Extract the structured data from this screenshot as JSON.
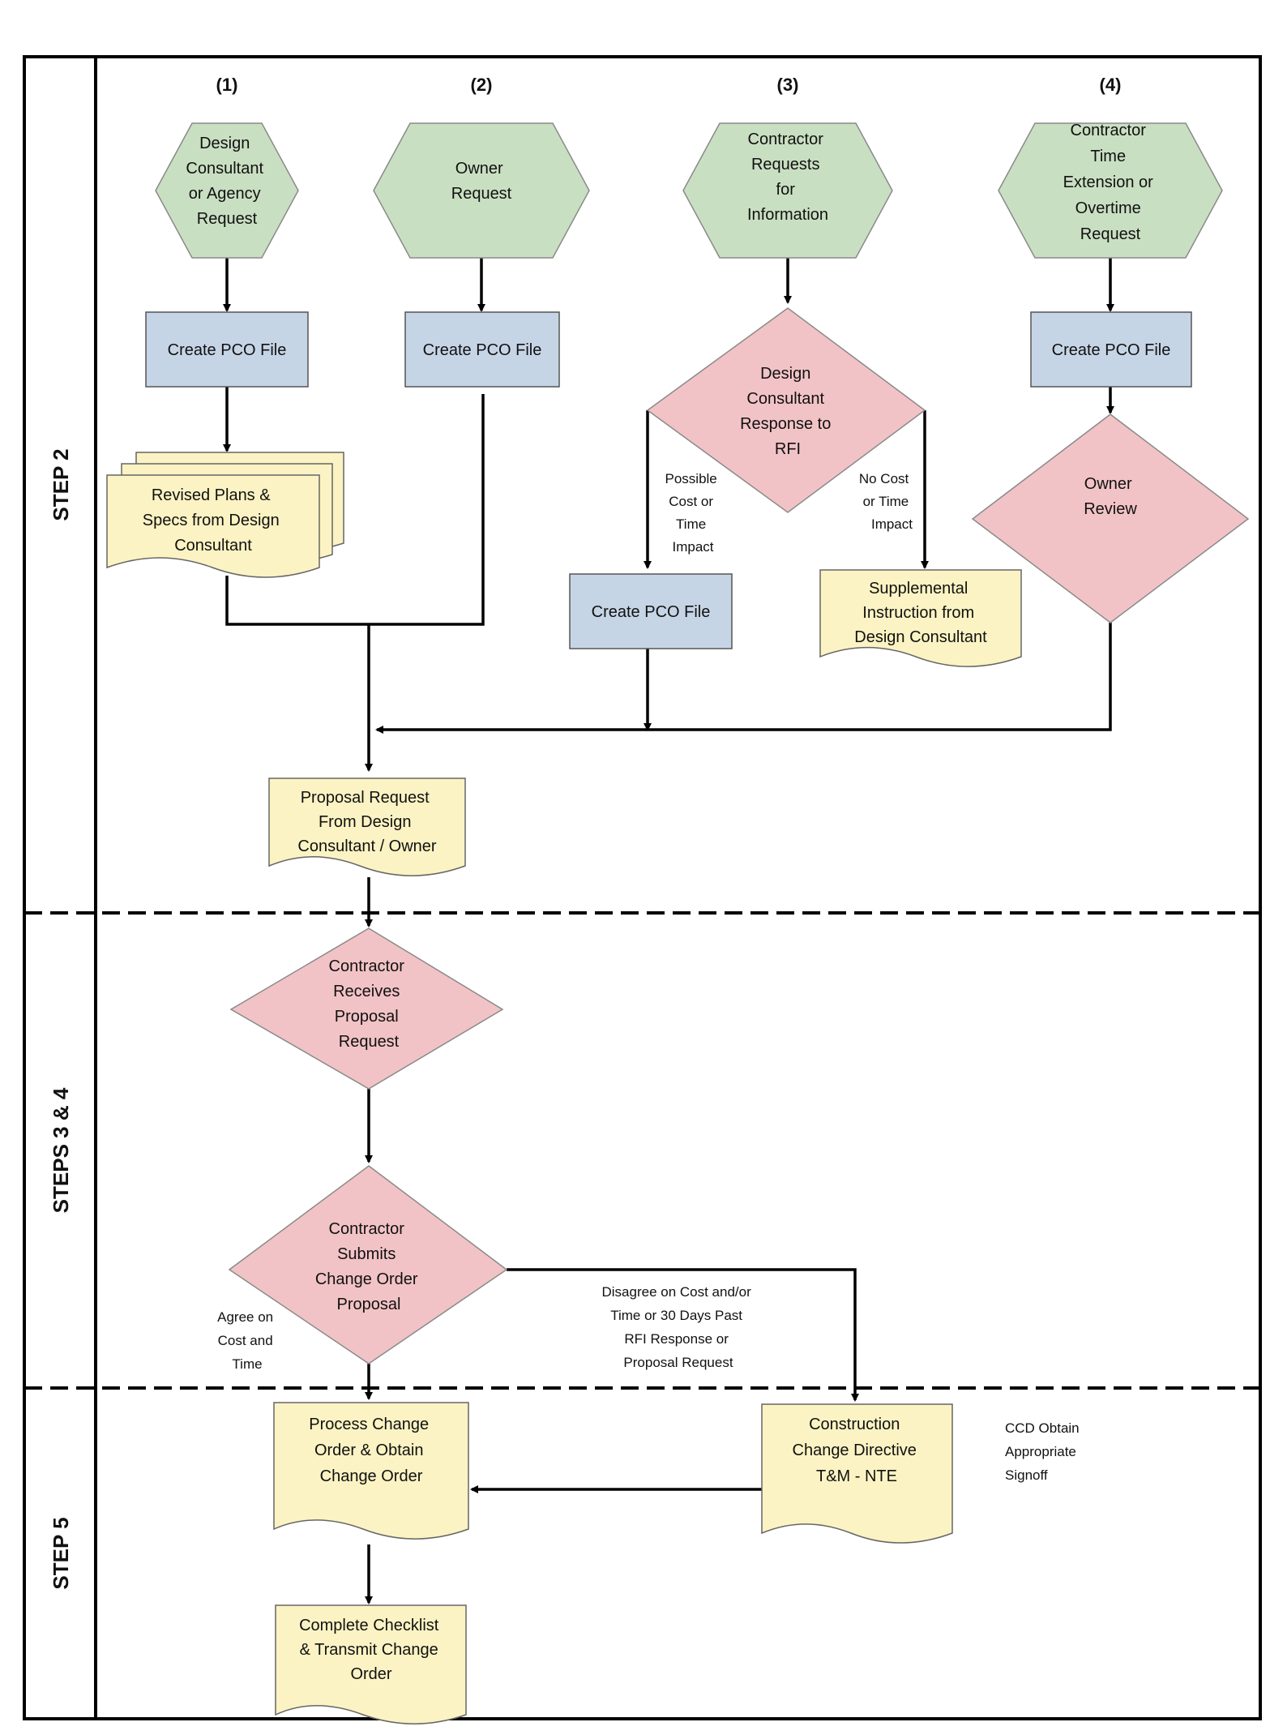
{
  "columns": [
    "(1)",
    "(2)",
    "(3)",
    "(4)"
  ],
  "steps": [
    "STEP 2",
    "STEPS 3 & 4",
    "STEP 5"
  ],
  "start_nodes": [
    [
      "Design",
      "Consultant",
      "or  Agency",
      "Request"
    ],
    [
      "Owner",
      "Request"
    ],
    [
      "Contractor",
      "Requests",
      "for",
      "Information"
    ],
    [
      "Contractor",
      "Time",
      "Extension or",
      "Overtime",
      "Request"
    ]
  ],
  "create_pco_label": "Create PCO File",
  "revised_plans": [
    "Revised Plans &",
    "Specs from Design",
    "Consultant"
  ],
  "rfi_response": [
    "Design",
    "Consultant",
    "Response to",
    "RFI"
  ],
  "owner_review": [
    "Owner",
    "Review"
  ],
  "possible_cost": [
    "Possible",
    "Cost or",
    "Time",
    "Impact"
  ],
  "no_cost": [
    "No Cost",
    "or Time",
    "Impact"
  ],
  "supplemental": [
    "Supplemental",
    "Instruction from",
    "Design Consultant"
  ],
  "proposal_request": [
    "Proposal Request",
    "From Design",
    "Consultant / Owner"
  ],
  "receives_proposal": [
    "Contractor",
    "Receives",
    "Proposal",
    "Request"
  ],
  "submits_proposal": [
    "Contractor",
    "Submits",
    "Change Order",
    "Proposal"
  ],
  "agree": [
    "Agree on",
    "Cost and",
    "Time"
  ],
  "disagree": [
    "Disagree on Cost and/or",
    "Time or 30 Days Past",
    "RFI Response or",
    "Proposal Request"
  ],
  "process_co": [
    "Process Change",
    "Order & Obtain",
    "Change Order"
  ],
  "ccd": [
    "Construction",
    "Change Directive",
    "T&M - NTE"
  ],
  "ccd_note": [
    "CCD Obtain",
    "Appropriate",
    "Signoff"
  ],
  "complete_checklist": [
    "Complete Checklist",
    "& Transmit Change",
    "Order"
  ],
  "colors": {
    "hexagon": "#c9dfc2",
    "process": "#c6d5e6",
    "decision": "#f2c3c6",
    "document": "#fbf3c3"
  }
}
